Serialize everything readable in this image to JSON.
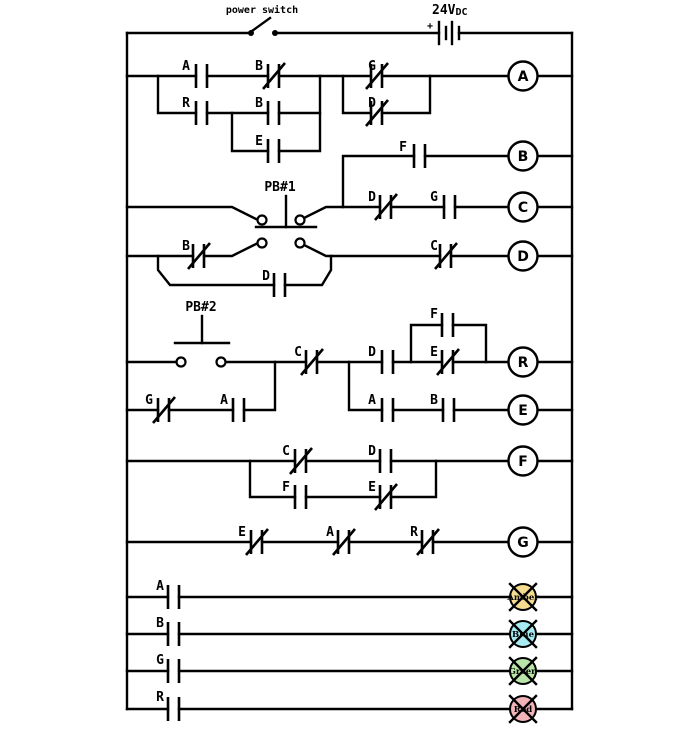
{
  "power": {
    "switch_label": "power switch",
    "source_label": "24V",
    "source_sub": "DC",
    "plus_sign": "+"
  },
  "pushbuttons": {
    "pb1": "PB#1",
    "pb2": "PB#2"
  },
  "contacts": {
    "r1_a": "A",
    "r1_b": "B",
    "r1_g": "G",
    "r1b_r": "R",
    "r1b_b": "B",
    "r1b_d": "D",
    "r1c_e": "E",
    "r2_f": "F",
    "r3_d": "D",
    "r3_g": "G",
    "r4_b": "B",
    "r4_c": "C",
    "r4b_d": "D",
    "r5_c": "C",
    "r5_d": "D",
    "r5_e": "E",
    "r5_f": "F",
    "r5b_g": "G",
    "r5b_a": "A",
    "r6_a": "A",
    "r6_b": "B",
    "r7_c": "C",
    "r7_d": "D",
    "r7b_f": "F",
    "r7b_e": "E",
    "r8_e": "E",
    "r8_a": "A",
    "r8_r": "R",
    "l1": "A",
    "l2": "B",
    "l3": "G",
    "l4": "R"
  },
  "coils": [
    "A",
    "B",
    "C",
    "D",
    "R",
    "E",
    "F",
    "G"
  ],
  "lamps": [
    {
      "label": "Amber",
      "color": "#f5dc8e"
    },
    {
      "label": "Blue",
      "color": "#a7ecf2"
    },
    {
      "label": "Green",
      "color": "#b9e6a8"
    },
    {
      "label": "Red",
      "color": "#f2b4b8"
    }
  ]
}
